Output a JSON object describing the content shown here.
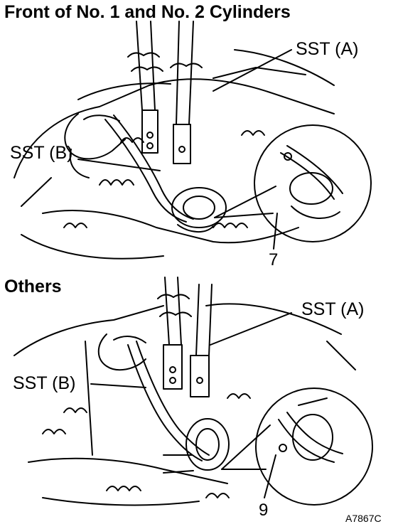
{
  "panels": [
    {
      "heading": "Front of No. 1 and No. 2 Cylinders",
      "label_a": "SST (A)",
      "label_b": "SST (B)",
      "number": "7"
    },
    {
      "heading": "Others",
      "label_a": "SST (A)",
      "label_b": "SST (B)",
      "number": "9"
    }
  ],
  "figure_code": "A7867C",
  "colors": {
    "ink": "#000000",
    "paper": "#ffffff"
  }
}
